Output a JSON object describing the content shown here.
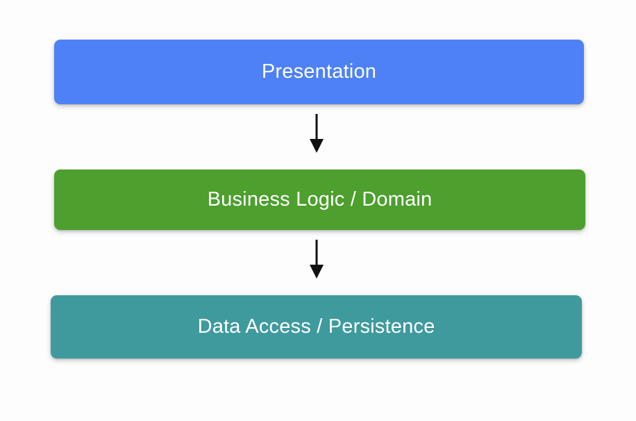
{
  "diagram": {
    "type": "layered-architecture",
    "background_color": "#fdfdfd",
    "orientation": "vertical-top-down",
    "layers": [
      {
        "id": "presentation",
        "label": "Presentation",
        "color": "#4d81f5",
        "text_color": "#ffffff",
        "order": 1
      },
      {
        "id": "business-logic",
        "label": "Business Logic / Domain",
        "color": "#4d9f2e",
        "text_color": "#ffffff",
        "order": 2
      },
      {
        "id": "data-access",
        "label": "Data Access / Persistence",
        "color": "#3f9a9e",
        "text_color": "#ffffff",
        "order": 3
      }
    ],
    "connectors": [
      {
        "id": "arrow-presentation-to-business",
        "icon": "arrow-down-icon",
        "from": "presentation",
        "to": "business-logic",
        "color": "#111111"
      },
      {
        "id": "arrow-business-to-data",
        "icon": "arrow-down-icon",
        "from": "business-logic",
        "to": "data-access",
        "color": "#111111"
      }
    ]
  }
}
